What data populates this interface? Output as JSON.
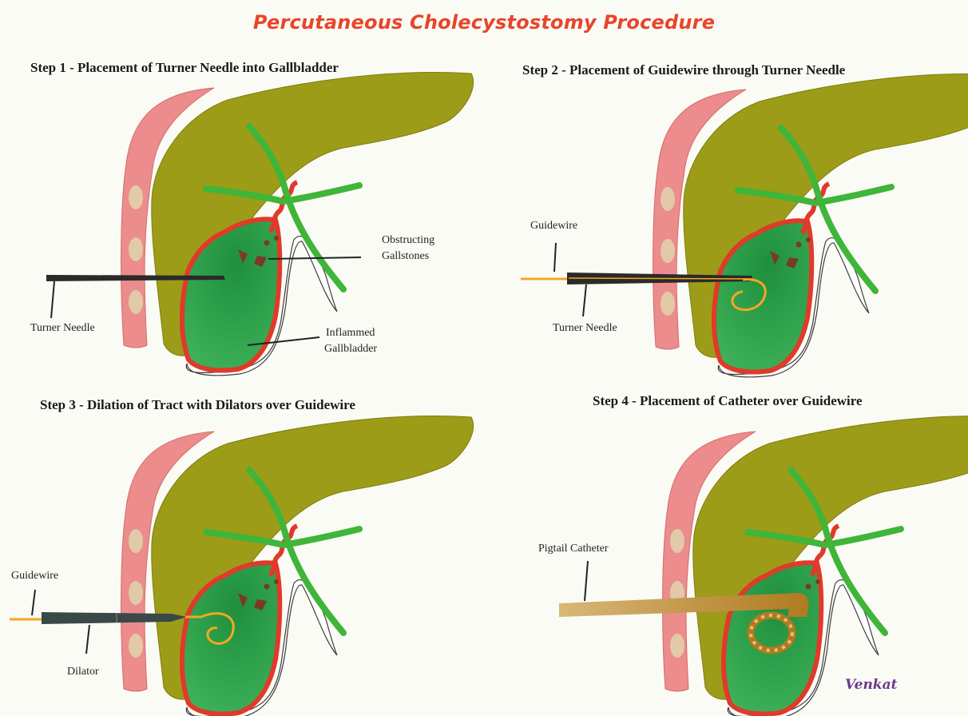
{
  "title": "Percutaneous Cholecystostomy Procedure",
  "steps": [
    {
      "title": "Step 1 - Placement of Turner Needle into Gallbladder",
      "labels": {
        "needle": "Turner Needle",
        "stones_1": "Obstructing",
        "stones_2": "Gallstones",
        "gb_1": "Inflammed",
        "gb_2": "Gallbladder"
      }
    },
    {
      "title": "Step 2 - Placement of Guidewire through Turner Needle",
      "labels": {
        "guidewire": "Guidewire",
        "needle": "Turner Needle"
      }
    },
    {
      "title": "Step 3 - Dilation of Tract with Dilators over Guidewire",
      "labels": {
        "guidewire": "Guidewire",
        "dilator": "Dilator"
      }
    },
    {
      "title": "Step 4 - Placement of Catheter over Guidewire",
      "labels": {
        "catheter": "Pigtail Catheter"
      }
    }
  ],
  "signature": "Venkat",
  "colors": {
    "title": "#e8452a",
    "liver": "#9a9a1a",
    "gallbladder_fill": "#2e9e4a",
    "gallbladder_wall": "#e03a2a",
    "bile_duct": "#3fb53a",
    "vessel": "#e88080",
    "guidewire": "#f5a623",
    "needle": "#2a2a2a",
    "dilator": "#3a4848",
    "catheter": "#c49a50"
  }
}
